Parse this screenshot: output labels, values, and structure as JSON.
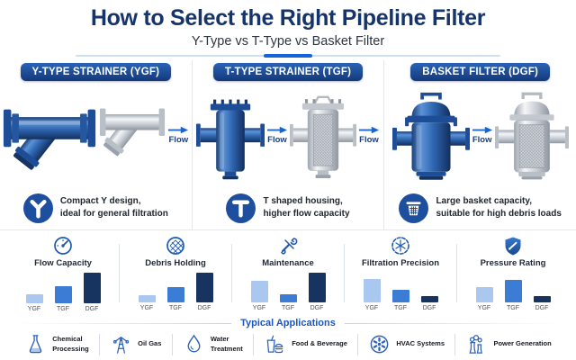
{
  "header": {
    "title": "How to Select the Right Pipeline Filter",
    "subtitle": "Y-Type vs T-Type vs Basket Filter"
  },
  "labels": {
    "flow": "Flow"
  },
  "columns": [
    {
      "badge": "Y-TYPE STRAINER (YGF)",
      "icon": "y-shape-icon",
      "description_line1": "Compact Y design,",
      "description_line2": "ideal for general filtration"
    },
    {
      "badge": "T-TYPE STRAINER (TGF)",
      "icon": "t-shape-icon",
      "description_line1": "T shaped housing,",
      "description_line2": "higher flow capacity"
    },
    {
      "badge": "BASKET FILTER (DGF)",
      "icon": "basket-icon",
      "description_line1": "Large basket capacity,",
      "description_line2": "suitable for high debris loads"
    }
  ],
  "chart_data": {
    "type": "bar",
    "categories": [
      "YGF",
      "TGF",
      "DGF"
    ],
    "ylim": [
      0,
      5
    ],
    "grid": false,
    "legend": "none",
    "colors": {
      "YGF": "#a9c7ef",
      "TGF": "#3c7cd4",
      "DGF": "#17335f"
    },
    "groups": [
      {
        "title": "Flow Capacity",
        "icon": "gauge-icon",
        "values": [
          1.3,
          2.5,
          4.5
        ]
      },
      {
        "title": "Debris Holding",
        "icon": "mesh-icon",
        "values": [
          1.1,
          2.2,
          4.3
        ]
      },
      {
        "title": "Maintenance",
        "icon": "wrench-icon",
        "values": [
          3.2,
          1.3,
          4.4
        ]
      },
      {
        "title": "Filtration Precision",
        "icon": "snowflake-icon",
        "values": [
          3.4,
          1.8,
          0.9
        ]
      },
      {
        "title": "Pressure Rating",
        "icon": "shield-icon",
        "values": [
          2.3,
          3.3,
          0.9
        ]
      }
    ]
  },
  "applications": {
    "heading": "Typical Applications",
    "items": [
      {
        "icon": "flask-icon",
        "line1": "Chemical",
        "line2": "Processing"
      },
      {
        "icon": "oil-derrick-icon",
        "line1": "Oil Gas",
        "line2": ""
      },
      {
        "icon": "water-drop-icon",
        "line1": "Water",
        "line2": "Treatment"
      },
      {
        "icon": "food-beverage-icon",
        "line1": "Food & Beverage",
        "line2": ""
      },
      {
        "icon": "fan-icon",
        "line1": "HVAC Systems",
        "line2": ""
      },
      {
        "icon": "power-plant-icon",
        "line1": "Power Generation",
        "line2": ""
      }
    ]
  },
  "colors": {
    "title_navy": "#15346b",
    "accent_blue": "#1565d8",
    "badge_gradient_top": "#2a63b5",
    "badge_gradient_bottom": "#14397a",
    "icon_circle_blue": "#1d4f9e",
    "outline_icon_blue": "#2d62b8",
    "apps_heading_blue": "#1a56c4"
  }
}
